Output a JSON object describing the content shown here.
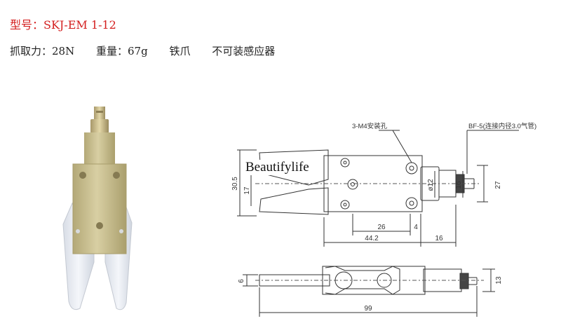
{
  "header": {
    "model": "型号：SKJ-EM 1-12",
    "grip_force": "抓取力：28N",
    "weight": "重量：67g",
    "material": "铁爪",
    "sensor": "不可装感应器"
  },
  "watermark": "Beautifylife",
  "callouts": {
    "mount_holes": "3-M4安装孔",
    "fitting": "BF-5(连接内径3.0气管)"
  },
  "top_view_dims": {
    "height_total": "30.5",
    "jaw_opening": "17",
    "cylinder_dia": "ø12",
    "right_height_a": "16",
    "right_height_b": "27",
    "hole_span": "26",
    "hole_offset": "4",
    "body_length": "44.2",
    "cylinder_length": "16"
  },
  "side_view_dims": {
    "jaw_thickness": "6",
    "body_thickness": "13",
    "overall_length": "99"
  },
  "colors": {
    "model_text": "#d42020",
    "body_gold": "#c4b98a",
    "jaw_white": "#e9ecf2"
  }
}
